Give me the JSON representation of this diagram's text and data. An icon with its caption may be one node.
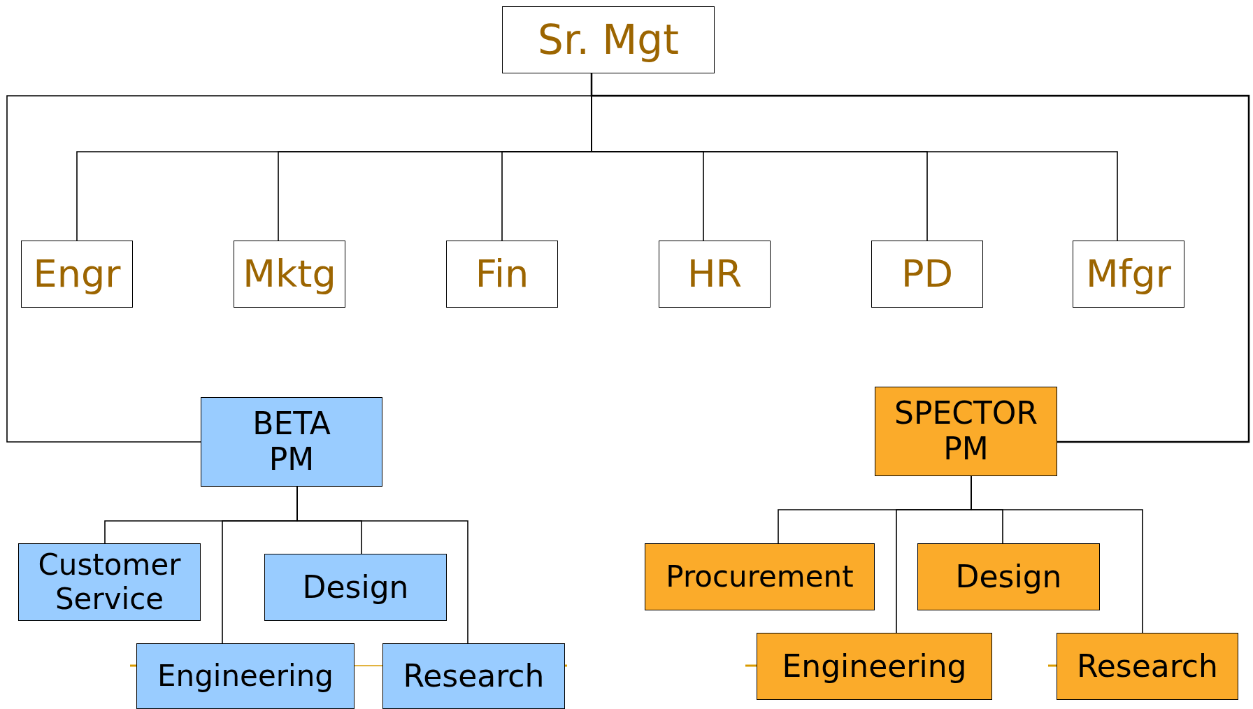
{
  "diagram": {
    "nodes": [
      {
        "text": [
          "Sr. Mgt"
        ]
      },
      {
        "text": [
          "Engr"
        ]
      },
      {
        "text": [
          "Mktg"
        ]
      },
      {
        "text": [
          "Fin"
        ]
      },
      {
        "text": [
          "HR"
        ]
      },
      {
        "text": [
          "PD"
        ]
      },
      {
        "text": [
          "Mfgr"
        ]
      },
      {
        "text": [
          "BETA PM"
        ]
      },
      {
        "text": [
          "Customer Service"
        ]
      },
      {
        "text": [
          "Design"
        ]
      },
      {
        "text": [
          "Engineering"
        ]
      },
      {
        "text": [
          "Research"
        ]
      },
      {
        "text": [
          "SPECTOR PM"
        ]
      },
      {
        "text": [
          "Procurement"
        ]
      },
      {
        "text": [
          "Design"
        ]
      },
      {
        "text": [
          "Engineering"
        ]
      },
      {
        "text": [
          "Research"
        ]
      }
    ],
    "edges": [
      {
        "from": 0,
        "to": 1,
        "arrow": "none"
      },
      {
        "from": 0,
        "to": 2,
        "arrow": "none"
      },
      {
        "from": 0,
        "to": 3,
        "arrow": "none"
      },
      {
        "from": 0,
        "to": 4,
        "arrow": "none"
      },
      {
        "from": 0,
        "to": 5,
        "arrow": "none"
      },
      {
        "from": 0,
        "to": 6,
        "arrow": "none"
      },
      {
        "from": 0,
        "to": 7,
        "arrow": "none"
      },
      {
        "from": 0,
        "to": 12,
        "arrow": "none"
      },
      {
        "from": 7,
        "to": 8,
        "arrow": "none"
      },
      {
        "from": 7,
        "to": 9,
        "arrow": "none"
      },
      {
        "from": 7,
        "to": 10,
        "arrow": "none"
      },
      {
        "from": 7,
        "to": 11,
        "arrow": "none"
      },
      {
        "from": 12,
        "to": 13,
        "arrow": "none"
      },
      {
        "from": 12,
        "to": 14,
        "arrow": "none"
      },
      {
        "from": 12,
        "to": 15,
        "arrow": "none"
      },
      {
        "from": 12,
        "to": 16,
        "arrow": "none"
      },
      {
        "from": 10,
        "to": 11,
        "arrow": "none",
        "color": "#d89a00"
      }
    ]
  }
}
